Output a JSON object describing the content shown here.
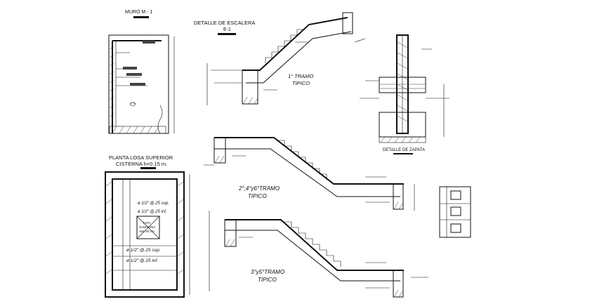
{
  "drawings": {
    "muro": {
      "title": "MURO M - 1"
    },
    "escalera": {
      "title": "DETALLE DE ESCALERA",
      "code": "E-1"
    },
    "tramo1": {
      "line1": "1° TRAMO",
      "line2": "TIPICO"
    },
    "tramo2": {
      "line1": "2°,4°y6°TRAMO",
      "line2": "TIPICO"
    },
    "tramo3": {
      "line1": "3°y5°TRAMO",
      "line2": "TIPICO"
    },
    "zapata": {
      "title": "DETALLE DE ZAPATA"
    },
    "losa": {
      "title_line1": "PLANTA LOSA SUPERIOR",
      "title_line2": "CISTERNA h=0.15 m.",
      "tapa_line1": "TAPA",
      "tapa_line2": "SANITARIA",
      "tapa_line3": "60x 60 cm",
      "bar1": "ø 1/2\" @.25 sup.",
      "bar2": "ø 1/2\" @.25 inf.",
      "bar3": "ø 1/2\" @.25 sup.",
      "bar4": "ø 1/2\" @.25 inf."
    }
  },
  "colors": {
    "ink": "#111111",
    "background": "#ffffff"
  }
}
